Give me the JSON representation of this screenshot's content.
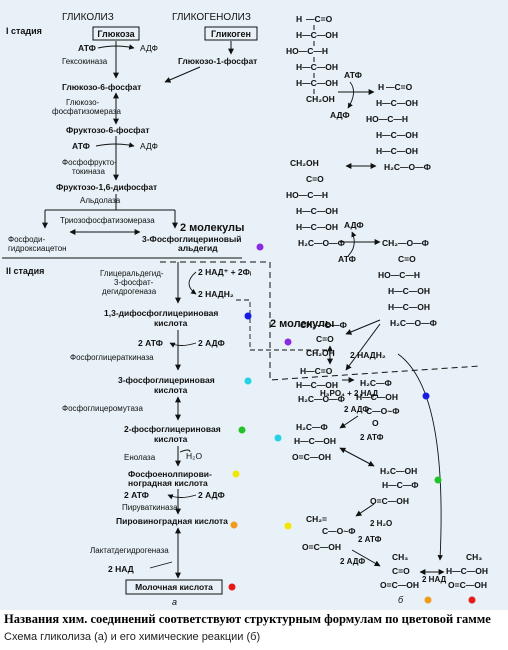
{
  "headers": {
    "glycolysis": "ГЛИКОЛИЗ",
    "glycogenolysis": "ГЛИКОГЕНОЛИЗ"
  },
  "stages": {
    "stage1": "I стадия",
    "stage2": "II стадия"
  },
  "left": {
    "glucose": "Глюкоза",
    "glycogen": "Гликоген",
    "atp1": "АТФ",
    "adp1": "АДФ",
    "hexokinase": "Гексокиназа",
    "g1p": "Глюкозо-1-фосфат",
    "g6p": "Глюкозо-6-фосфат",
    "isomerase": [
      "Глюкозо-",
      "фосфатизомераза"
    ],
    "f6p": "Фруктозо-6-фосфат",
    "atp2": "АТФ",
    "adp2": "АДФ",
    "pfk": [
      "Фосфофрукто-",
      "токиназа"
    ],
    "fbp": "Фруктозо-1,6-дифосфат",
    "aldolase": "Альдолаза",
    "tpi": "Триозофосфатизомераза",
    "two_mol": "2 молекулы",
    "dhap": [
      "Фосфоди-",
      "гидроксиацетон"
    ],
    "gap": [
      "3-Фосфоглицериновый",
      "альдегид"
    ],
    "gapdh": [
      "Глицеральдегид-",
      "3-фосфат-",
      "дегидрогеназа"
    ],
    "nad_in": "2 НАД⁺ + 2Фᵢ",
    "nadh": "2 НАДН₂",
    "bpg": [
      "1,3-дифосфоглицериновая",
      "кислота"
    ],
    "atp3": "2 АТФ",
    "adp3": "2 АДФ",
    "pgk": "Фосфоглицераткиназа",
    "pg3": [
      "3-фосфоглицериновая",
      "кислота"
    ],
    "pgm": "Фосфоглицеромутаза",
    "pg2": [
      "2-фосфоглицериновая",
      "кислота"
    ],
    "enolase": "Енолаза",
    "h2o": "H₂O",
    "pep": [
      "Фосфоенолпирови-",
      "ноградная кислота"
    ],
    "atp4": "2 АТФ",
    "adp4": "2 АДФ",
    "pk": "Пируваткиназа",
    "pyruvate": "Пировиноградная кислота",
    "ldh": "Лактатдегидрогеназа",
    "nad": "2 НАД",
    "lactate": "Молочная кислота",
    "label_a": "а"
  },
  "right": {
    "atp_a": "АТФ",
    "adp_a": "АДФ",
    "adp_b": "АДФ",
    "atp_b": "АТФ",
    "two_mol": "2 молекулы",
    "nadh": "2 НАДН₂",
    "h3po4": "H₃PO₄ + 2 НАД",
    "adp_c": "2 АДФ",
    "atp_c": "2 АТФ",
    "h2o": "2 H₂O",
    "atp_d": "2 АТФ",
    "adp_d": "2 АДФ",
    "nad": "2 НАД",
    "label_b": "б"
  },
  "caption": "Названия хим. соединений соответствуют структурным формулам по цветовой гамме",
  "subcaption": "Схема гликолиза (а) и его химические реакции (б)",
  "colors": {
    "purple": "#8a2be2",
    "blue": "#1a1ae6",
    "cyan": "#22d3e6",
    "green": "#22c22a",
    "yellow": "#f2e600",
    "orange": "#f29a1a",
    "red": "#e61a1a",
    "panel": "#e7f1f7"
  }
}
